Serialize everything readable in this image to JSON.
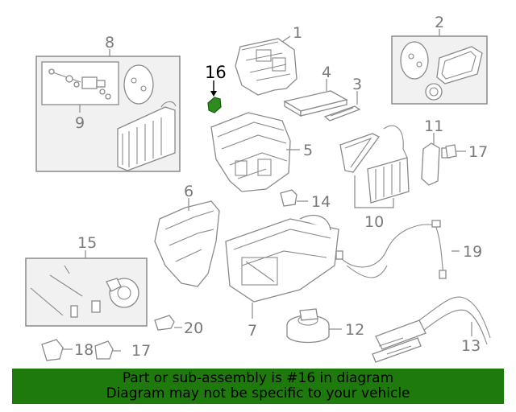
{
  "diagram": {
    "callouts": {
      "c1": "1",
      "c2": "2",
      "c3": "3",
      "c4": "4",
      "c5": "5",
      "c6": "6",
      "c7": "7",
      "c8": "8",
      "c9": "9",
      "c10": "10",
      "c11": "11",
      "c12": "12",
      "c13": "13",
      "c14": "14",
      "c15": "15",
      "c16": "16",
      "c17a": "17",
      "c17b": "17",
      "c18": "18",
      "c19": "19",
      "c20": "20"
    },
    "highlighted_part": "16",
    "highlight_color": "#2e8b1e",
    "line_color": "#8a8a8a"
  },
  "banner": {
    "line1": "Part or sub-assembly is #16 in diagram",
    "line2": "Diagram may not be specific to your vehicle",
    "background": "#1f7a0e"
  }
}
